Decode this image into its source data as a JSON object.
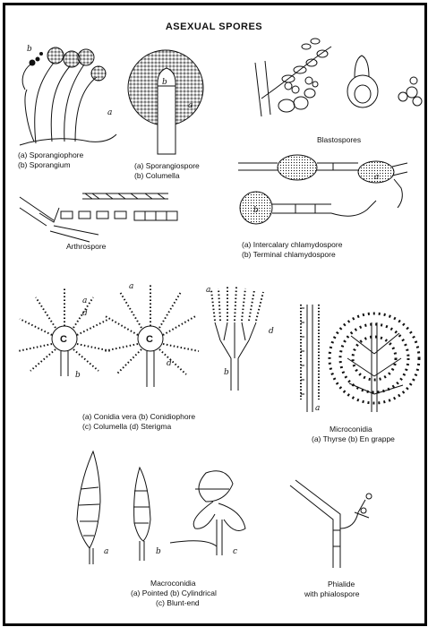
{
  "title": "ASEXUAL SPORES",
  "captions": {
    "sporangiophore": [
      "(a) Sporangiophore",
      "(b) Sporangium"
    ],
    "sporangiospore": [
      "(a) Sporangiospore",
      "(b) Columella"
    ],
    "blastospores": "Blastospores",
    "arthrospore": "Arthrospore",
    "chlamydospore": [
      "(a) Intercalary chlamydospore",
      "(b) Terminal chlamydospore"
    ],
    "conidia": [
      "(a) Conidia vera (b) Conidiophore",
      "(c) Columella (d) Sterigma"
    ],
    "microconidia": [
      "Microconidia",
      "(a) Thyrse (b) En grappe"
    ],
    "macroconidia": [
      "Macroconidia",
      "(a) Pointed (b) Cylindrical",
      "(c) Blunt-end"
    ],
    "phialide": [
      "Phialide",
      "with phialospore"
    ]
  },
  "letters": {
    "a": "a",
    "b": "b",
    "c": "c",
    "d": "d",
    "C": "C"
  }
}
